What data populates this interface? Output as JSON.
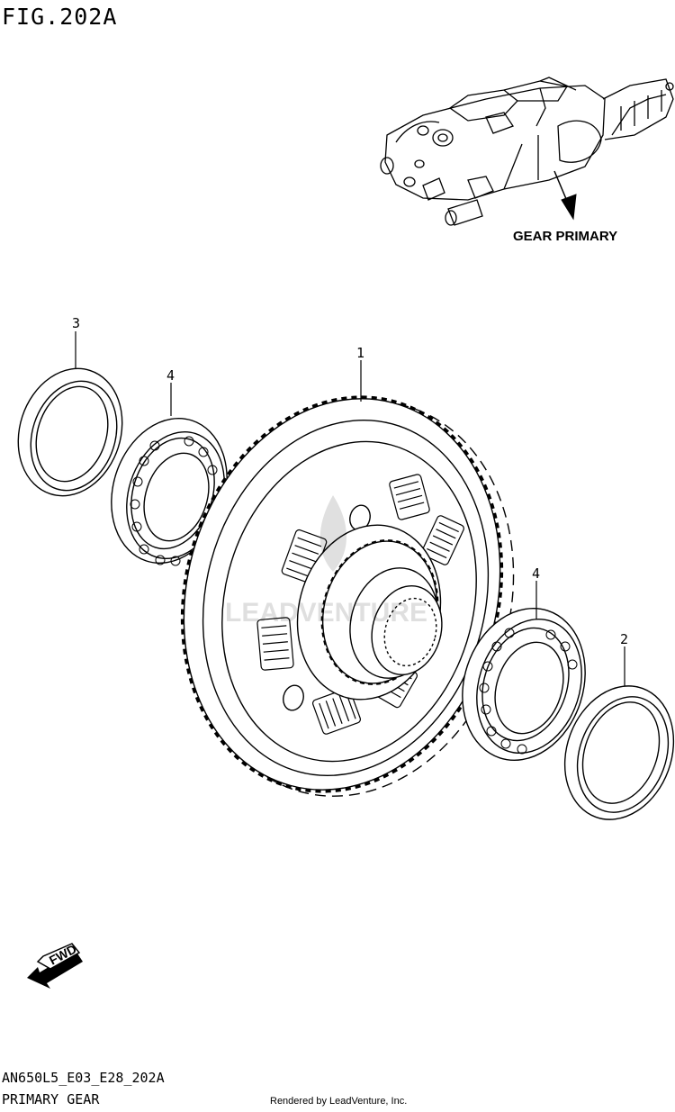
{
  "figure": {
    "title": "FIG.202A",
    "model_code": "AN650L5_E03_E28_202A",
    "section_name": "PRIMARY GEAR"
  },
  "inset": {
    "label": "GEAR PRIMARY"
  },
  "callouts": [
    {
      "id": "1",
      "label": "1"
    },
    {
      "id": "2",
      "label": "2"
    },
    {
      "id": "3",
      "label": "3"
    },
    {
      "id": "4a",
      "label": "4"
    },
    {
      "id": "4b",
      "label": "4"
    }
  ],
  "direction_marker": {
    "label": "FWD",
    "icon": "fwd-arrow-icon"
  },
  "credit": "Rendered by LeadVenture, Inc.",
  "watermark": "LEADVENTURE"
}
